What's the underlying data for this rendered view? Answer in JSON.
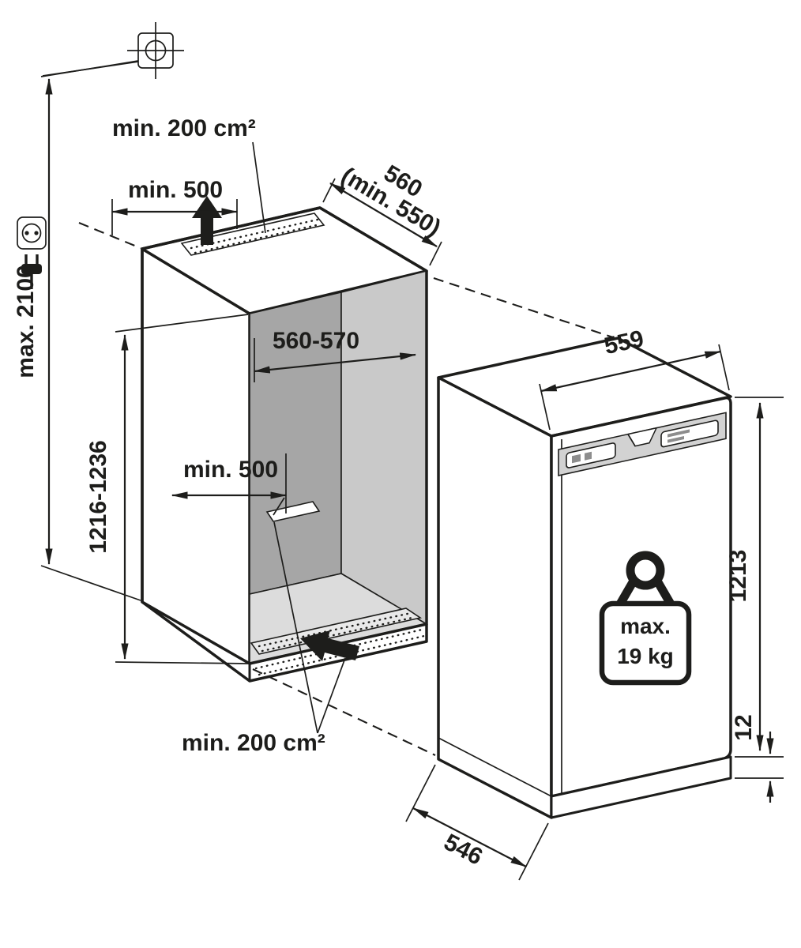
{
  "diagram": {
    "kind": "built-in appliance installation drawing",
    "labels": {
      "ventTop": "min. 200 cm²",
      "clearanceTop": "min. 500",
      "nicheDepth": "560",
      "nicheDepthMin": "(min. 550)",
      "ceilingHeight": "max. 2100",
      "nicheWidth": "560-570",
      "nicheHeight": "1216-1236",
      "clearanceBottom": "min. 500",
      "ventBottom": "min. 200 cm²",
      "applianceWidth": "559",
      "applianceHeight": "1213",
      "plinthStep": "12",
      "applianceDepth": "546",
      "doorLoadLine1": "max.",
      "doorLoadLine2": "19 kg"
    },
    "icons": {
      "datum": "crosshair-ceiling-reference",
      "outlet": "power-outlet",
      "plug": "power-plug",
      "airflowTop": "thick-arrow-up",
      "airflowBottom": "thick-arrow-left",
      "load": "weight-kettlebell"
    },
    "colors": {
      "line": "#1d1d1b",
      "interiorBack": "#a6a6a6",
      "interiorSide": "#c9c9c9",
      "interiorFloor": "#dcdcdc",
      "panel": "#d2d2d2",
      "background": "#ffffff"
    }
  }
}
